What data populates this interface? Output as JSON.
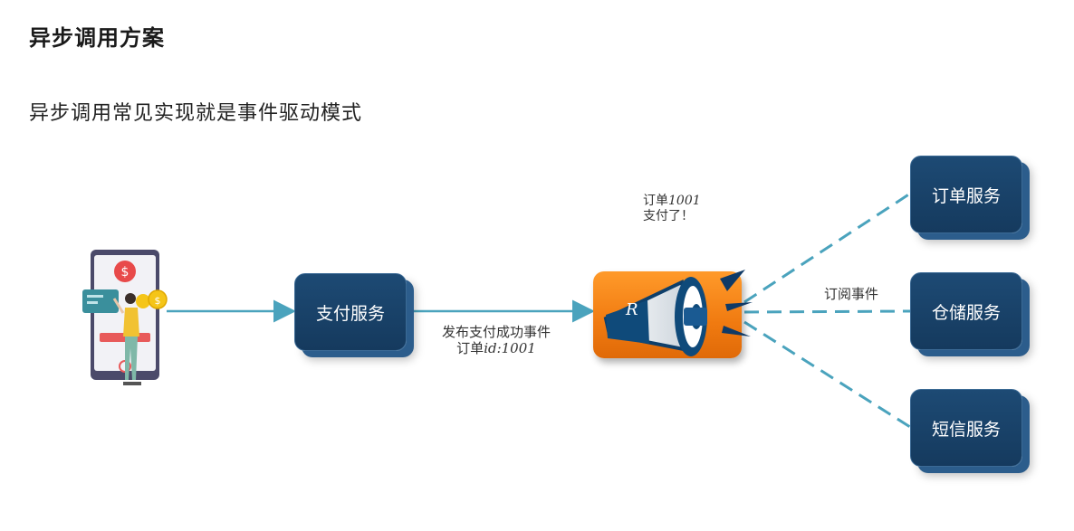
{
  "header": {
    "title": "异步调用方案",
    "subtitle": "异步调用常见实现就是事件驱动模式"
  },
  "nodes": {
    "payment_service": "支付服务",
    "order_service": "订单服务",
    "warehouse_service": "仓储服务",
    "sms_service": "短信服务"
  },
  "edges": {
    "publish_label_line1": "发布支付成功事件",
    "publish_label_line2_prefix": "订单",
    "publish_label_line2_value": "id:1001",
    "subscribe_label": "订阅事件"
  },
  "broadcast": {
    "line1_prefix": "订单",
    "line1_value": "1001",
    "line2": "支付了！"
  },
  "colors": {
    "service_box": "#1d4a74",
    "service_shadow": "#2c5d8c",
    "arrow": "#4aa3bd",
    "broker": "#f07a10"
  },
  "icons": {
    "user": "mobile-payment-user-icon",
    "broker": "megaphone-icon"
  }
}
